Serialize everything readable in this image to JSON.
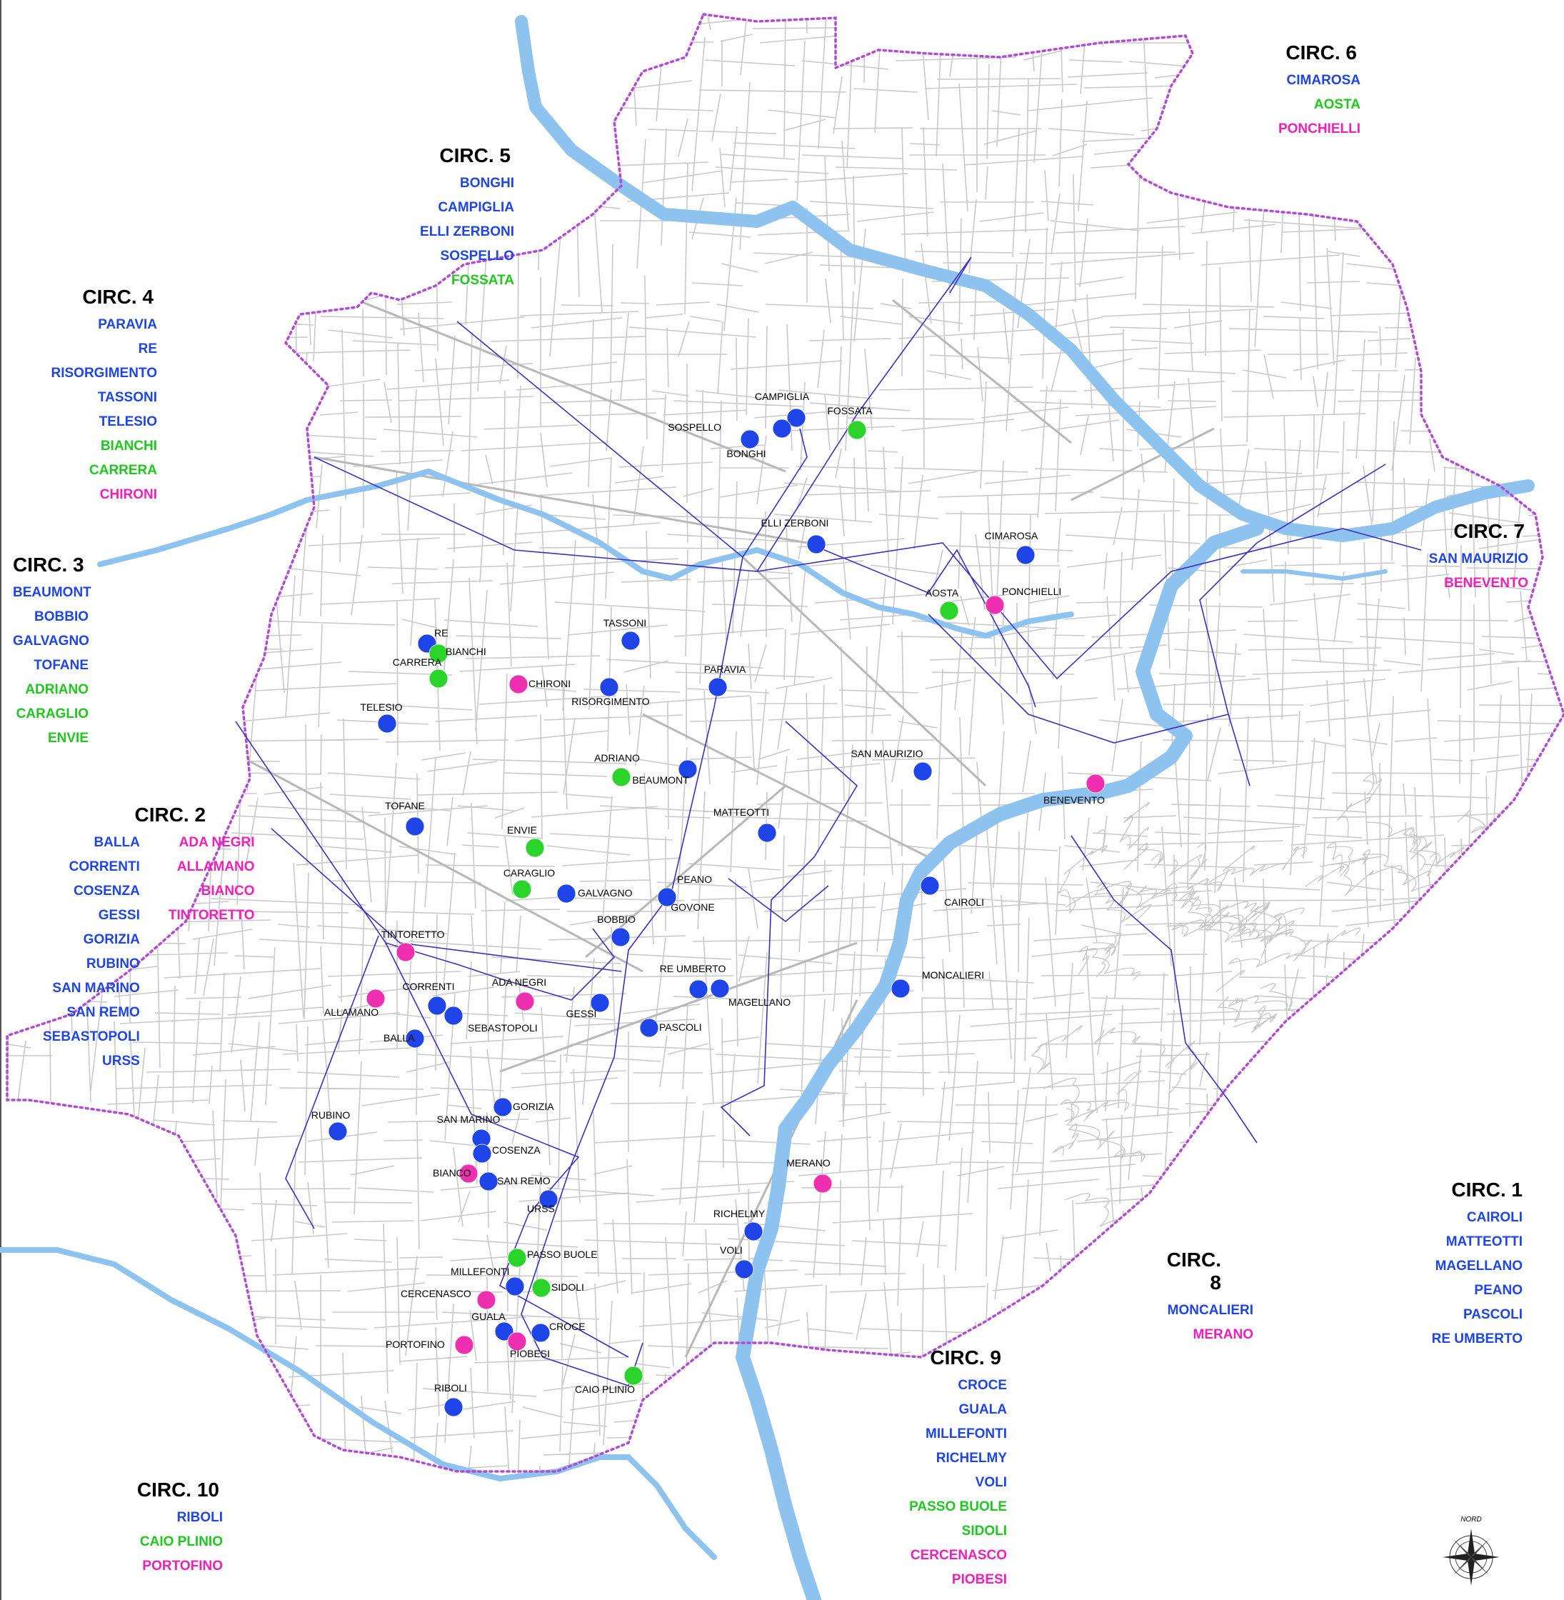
{
  "colors": {
    "blue": "#1f45e8",
    "green": "#2ad42a",
    "pink": "#ee2fb0",
    "river": "#8fc3ef",
    "boundary_dotted": "#b14bd6",
    "boundary_inner": "#3b30c0",
    "streets": "#c9c9c9"
  },
  "compass": {
    "label": "NORD",
    "icon": "compass-rose-icon"
  },
  "circoscrizioni": [
    {
      "title": "CIRC. 1",
      "items": [
        {
          "name": "CAIROLI",
          "color": "blue"
        },
        {
          "name": "MATTEOTTI",
          "color": "blue"
        },
        {
          "name": "MAGELLANO",
          "color": "blue"
        },
        {
          "name": "PEANO",
          "color": "blue"
        },
        {
          "name": "PASCOLI",
          "color": "blue"
        },
        {
          "name": "RE UMBERTO",
          "color": "blue"
        }
      ]
    },
    {
      "title": "CIRC. 2",
      "col1": [
        {
          "name": "BALLA",
          "color": "blue"
        },
        {
          "name": "CORRENTI",
          "color": "blue"
        },
        {
          "name": "COSENZA",
          "color": "blue"
        },
        {
          "name": "GESSI",
          "color": "blue"
        },
        {
          "name": "GORIZIA",
          "color": "blue"
        },
        {
          "name": "RUBINO",
          "color": "blue"
        },
        {
          "name": "SAN MARINO",
          "color": "blue"
        },
        {
          "name": "SAN REMO",
          "color": "blue"
        },
        {
          "name": "SEBASTOPOLI",
          "color": "blue"
        },
        {
          "name": "URSS",
          "color": "blue"
        }
      ],
      "col2": [
        {
          "name": "ADA NEGRI",
          "color": "pink"
        },
        {
          "name": "ALLAMANO",
          "color": "pink"
        },
        {
          "name": "BIANCO",
          "color": "pink"
        },
        {
          "name": "TINTORETTO",
          "color": "pink"
        }
      ]
    },
    {
      "title": "CIRC. 3",
      "items": [
        {
          "name": "BEAUMONT",
          "color": "blue"
        },
        {
          "name": "BOBBIO",
          "color": "blue"
        },
        {
          "name": "GALVAGNO",
          "color": "blue"
        },
        {
          "name": "TOFANE",
          "color": "blue"
        },
        {
          "name": "ADRIANO",
          "color": "green"
        },
        {
          "name": "CARAGLIO",
          "color": "green"
        },
        {
          "name": "ENVIE",
          "color": "green"
        }
      ]
    },
    {
      "title": "CIRC. 4",
      "items": [
        {
          "name": "PARAVIA",
          "color": "blue"
        },
        {
          "name": "RE",
          "color": "blue"
        },
        {
          "name": "RISORGIMENTO",
          "color": "blue"
        },
        {
          "name": "TASSONI",
          "color": "blue"
        },
        {
          "name": "TELESIO",
          "color": "blue"
        },
        {
          "name": "BIANCHI",
          "color": "green"
        },
        {
          "name": "CARRERA",
          "color": "green"
        },
        {
          "name": "CHIRONI",
          "color": "pink"
        }
      ]
    },
    {
      "title": "CIRC. 5",
      "items": [
        {
          "name": "BONGHI",
          "color": "blue"
        },
        {
          "name": "CAMPIGLIA",
          "color": "blue"
        },
        {
          "name": "ELLI ZERBONI",
          "color": "blue"
        },
        {
          "name": "SOSPELLO",
          "color": "blue"
        },
        {
          "name": "FOSSATA",
          "color": "green"
        }
      ]
    },
    {
      "title": "CIRC. 6",
      "items": [
        {
          "name": "CIMAROSA",
          "color": "blue"
        },
        {
          "name": "AOSTA",
          "color": "green"
        },
        {
          "name": "PONCHIELLI",
          "color": "pink"
        }
      ]
    },
    {
      "title": "CIRC. 7",
      "items": [
        {
          "name": "SAN MAURIZIO",
          "color": "blue"
        },
        {
          "name": "BENEVENTO",
          "color": "pink"
        }
      ]
    },
    {
      "title": "CIRC. 8",
      "items": [
        {
          "name": "MONCALIERI",
          "color": "blue"
        },
        {
          "name": "MERANO",
          "color": "pink"
        }
      ]
    },
    {
      "title": "CIRC. 9",
      "items": [
        {
          "name": "CROCE",
          "color": "blue"
        },
        {
          "name": "GUALA",
          "color": "blue"
        },
        {
          "name": "MILLEFONTI",
          "color": "blue"
        },
        {
          "name": "RICHELMY",
          "color": "blue"
        },
        {
          "name": "VOLI",
          "color": "blue"
        },
        {
          "name": "PASSO BUOLE",
          "color": "green"
        },
        {
          "name": "SIDOLI",
          "color": "green"
        },
        {
          "name": "CERCENASCO",
          "color": "pink"
        },
        {
          "name": "PIOBESI",
          "color": "pink"
        }
      ]
    },
    {
      "title": "CIRC. 10",
      "items": [
        {
          "name": "RIBOLI",
          "color": "blue"
        },
        {
          "name": "CAIO PLINIO",
          "color": "green"
        },
        {
          "name": "PORTOFINO",
          "color": "pink"
        }
      ]
    }
  ],
  "markers": [
    {
      "label": "SOSPELLO",
      "color": "blue"
    },
    {
      "label": "CAMPIGLIA",
      "color": "blue"
    },
    {
      "label": "BONGHI",
      "color": "blue"
    },
    {
      "label": "FOSSATA",
      "color": "green"
    },
    {
      "label": "ELLI  ZERBONI",
      "color": "blue"
    },
    {
      "label": "CIMAROSA",
      "color": "blue"
    },
    {
      "label": "AOSTA",
      "color": "green"
    },
    {
      "label": "PONCHIELLI",
      "color": "pink"
    },
    {
      "label": "TASSONI",
      "color": "blue"
    },
    {
      "label": "RE",
      "color": "blue"
    },
    {
      "label": "BIANCHI",
      "color": "green"
    },
    {
      "label": "CARRERA",
      "color": "green"
    },
    {
      "label": "CHIRONI",
      "color": "pink"
    },
    {
      "label": "RISORGIMENTO",
      "color": "blue"
    },
    {
      "label": "PARAVIA",
      "color": "blue"
    },
    {
      "label": "TELESIO",
      "color": "blue"
    },
    {
      "label": "ADRIANO",
      "color": "green"
    },
    {
      "label": "BEAUMONT",
      "color": "blue"
    },
    {
      "label": "SAN MAURIZIO",
      "color": "blue"
    },
    {
      "label": "BENEVENTO",
      "color": "pink"
    },
    {
      "label": "TOFANE",
      "color": "blue"
    },
    {
      "label": "MATTEOTTI",
      "color": "blue"
    },
    {
      "label": "ENVIE",
      "color": "green"
    },
    {
      "label": "CARAGLIO",
      "color": "green"
    },
    {
      "label": "GALVAGNO",
      "color": "blue"
    },
    {
      "label": "PEANO",
      "color": "blue"
    },
    {
      "label": "GOVONE",
      "color": "none"
    },
    {
      "label": "CAIROLI",
      "color": "blue"
    },
    {
      "label": "BOBBIO",
      "color": "blue"
    },
    {
      "label": "TINTORETTO",
      "color": "pink"
    },
    {
      "label": "RE UMBERTO",
      "color": "blue"
    },
    {
      "label": "MAGELLANO",
      "color": "blue"
    },
    {
      "label": "MONCALIERI",
      "color": "blue"
    },
    {
      "label": "ALLAMANO",
      "color": "pink"
    },
    {
      "label": "CORRENTI",
      "color": "blue"
    },
    {
      "label": "ADA  NEGRI",
      "color": "pink"
    },
    {
      "label": "GESSI",
      "color": "blue"
    },
    {
      "label": "SEBASTOPOLI",
      "color": "blue"
    },
    {
      "label": "PASCOLI",
      "color": "blue"
    },
    {
      "label": "BALLA",
      "color": "blue"
    },
    {
      "label": "GORIZIA",
      "color": "blue"
    },
    {
      "label": "RUBINO",
      "color": "blue"
    },
    {
      "label": "SAN MARINO",
      "color": "blue"
    },
    {
      "label": "COSENZA",
      "color": "blue"
    },
    {
      "label": "BIANCO",
      "color": "pink"
    },
    {
      "label": "SAN REMO",
      "color": "blue"
    },
    {
      "label": "URSS",
      "color": "blue"
    },
    {
      "label": "MERANO",
      "color": "pink"
    },
    {
      "label": "RICHELMY",
      "color": "blue"
    },
    {
      "label": "PASSO BUOLE",
      "color": "green"
    },
    {
      "label": "VOLI",
      "color": "blue"
    },
    {
      "label": "MILLEFONTI",
      "color": "blue"
    },
    {
      "label": "SIDOLI",
      "color": "green"
    },
    {
      "label": "CERCENASCO",
      "color": "pink"
    },
    {
      "label": "GUALA",
      "color": "blue"
    },
    {
      "label": "CROCE",
      "color": "blue"
    },
    {
      "label": "PIOBESI",
      "color": "pink"
    },
    {
      "label": "PORTOFINO",
      "color": "pink"
    },
    {
      "label": "CAIO PLINIO",
      "color": "green"
    },
    {
      "label": "RIBOLI",
      "color": "blue"
    }
  ]
}
